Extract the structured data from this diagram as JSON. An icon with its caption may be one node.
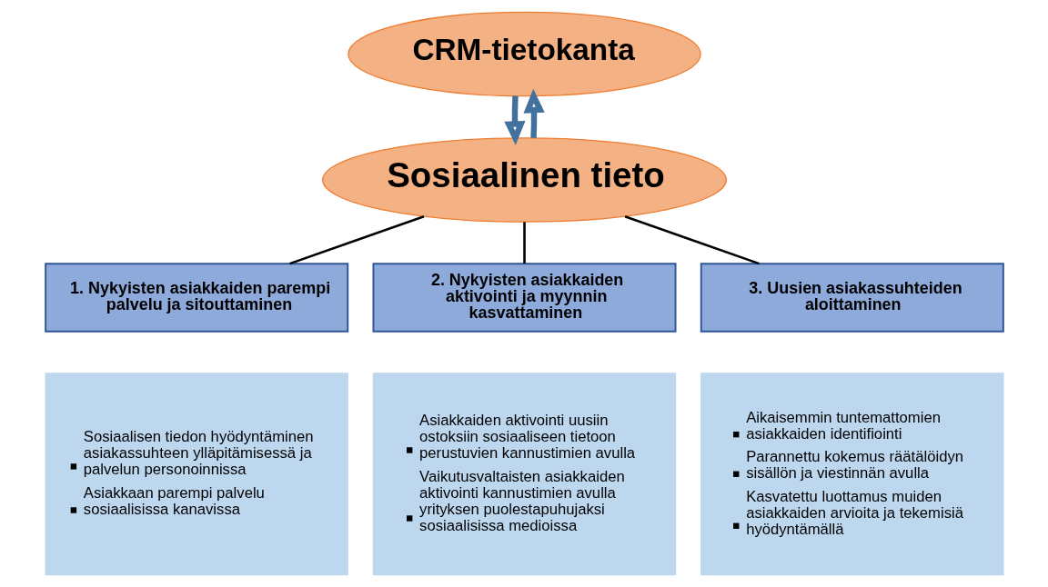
{
  "diagram": {
    "nodes": [
      {
        "text": [
          "CRM-tietokanta"
        ]
      },
      {
        "text": [
          "Sosiaalinen tieto"
        ]
      },
      {
        "text": [
          "1. Nykyisten asiakkaiden parempi palvelu ja sitouttaminen"
        ]
      },
      {
        "text": [
          "Sosiaalisen tiedon hyödyntäminen asiakassuhteen ylläpitämisessä ja palvelun personoinnissa",
          "Asiakkaan parempi palvelu sosiaalisissa kanavissa"
        ]
      },
      {
        "text": [
          "2. Nykyisten asiakkaiden aktivointi ja myynnin kasvattaminen"
        ]
      },
      {
        "text": [
          "Asiakkaiden aktivointi uusiin ostoksiin sosiaaliseen tietoon perustuvien kannustimien avulla",
          "Vaikutusvaltaisten asiakkaiden aktivointi kannustimien avulla yrityksen puolestapuhujaksi sosiaalisissa medioissa"
        ]
      },
      {
        "text": [
          "3. Uusien asiakassuhteiden aloittaminen"
        ]
      },
      {
        "text": [
          "Aikaisemmin tuntemattomien asiakkaiden identifiointi",
          "Parannettu kokemus räätälöidyn sisällön ja viestinnän avulla",
          "Kasvatettu luottamus muiden asiakkaiden arvioita ja tekemisiä hyödyntämällä"
        ]
      }
    ],
    "edges": [
      {
        "from": 1,
        "to": 0,
        "arrow": "to",
        "style": "thick",
        "color": "#41719c"
      },
      {
        "from": 0,
        "to": 1,
        "arrow": "to",
        "style": "thick",
        "color": "#41719c"
      },
      {
        "from": 1,
        "to": 2,
        "arrow": "none"
      },
      {
        "from": 1,
        "to": 4,
        "arrow": "none"
      },
      {
        "from": 1,
        "to": 6,
        "arrow": "none"
      }
    ]
  }
}
